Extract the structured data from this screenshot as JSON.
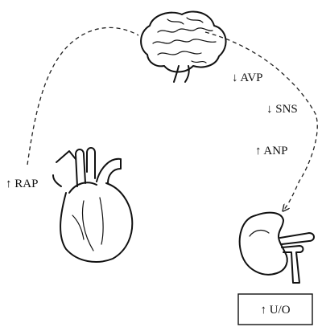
{
  "labels": {
    "rap": "↑ RAP",
    "avp": "↓ AVP",
    "sns": "↓ SNS",
    "anp": "↑ ANP",
    "uo": "↑ U/O"
  },
  "icons": {
    "brain": "brain-icon",
    "heart": "heart-icon",
    "kidney": "kidney-icon"
  }
}
